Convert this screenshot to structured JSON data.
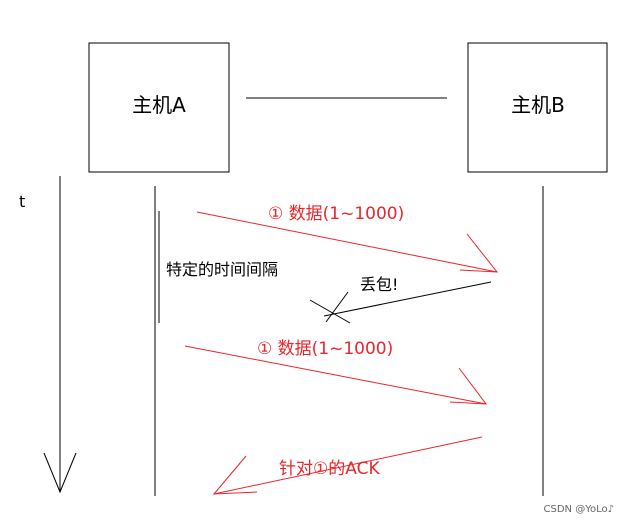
{
  "hosts": {
    "a": "主机A",
    "b": "主机B"
  },
  "time_axis": {
    "label": "t"
  },
  "messages": {
    "first": "① 数据(1~1000)",
    "retransmit": "① 数据(1~1000)",
    "ack": "针对①的ACK"
  },
  "annotations": {
    "interval": "特定的时间间隔",
    "lost": "丢包!"
  },
  "watermark": "CSDN @YoLo♪",
  "colors": {
    "message": "#e8262b",
    "line": "#000000",
    "background": "#ffffff"
  }
}
